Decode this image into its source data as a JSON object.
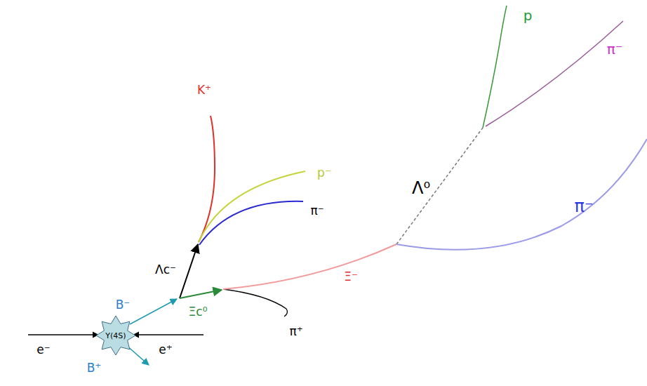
{
  "diagram": {
    "labels": [
      "K⁺",
      "p⁻",
      "π⁻",
      "Λc⁻",
      "B⁻",
      "Ξc⁰",
      "π⁺",
      "Υ(4S)",
      "e⁻",
      "e⁺",
      "B⁺",
      "Ξ⁻",
      "Λ⁰",
      "p",
      "π⁻",
      "π⁻"
    ]
  }
}
